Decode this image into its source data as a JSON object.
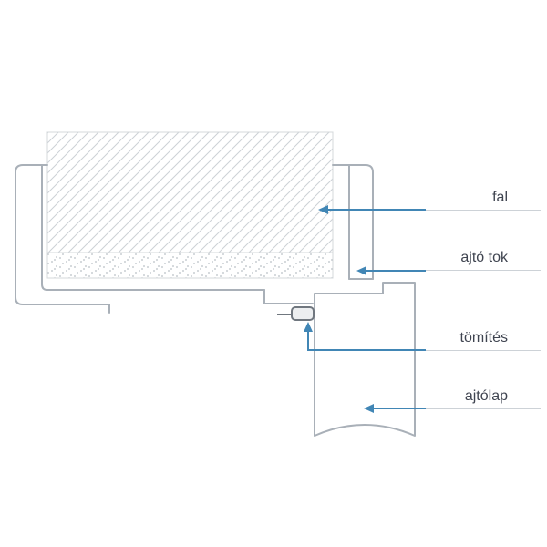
{
  "labels": [
    {
      "id": "fal",
      "text": "fal"
    },
    {
      "id": "ajto-tok",
      "text": "ajtó tok"
    },
    {
      "id": "tomites",
      "text": "tömítés"
    },
    {
      "id": "ajtolap",
      "text": "ajtólap"
    }
  ],
  "colors": {
    "arrow_blue": "#4186b5",
    "outline_gray": "#a9b0b8",
    "hatch_gray": "#ccd1d6",
    "dot_gray": "#b9bfc5",
    "wall_border": "#d4d8db",
    "seal_gray": "#70777f",
    "label_text": "#3f4450",
    "underline_gray": "#cdd2d7"
  }
}
